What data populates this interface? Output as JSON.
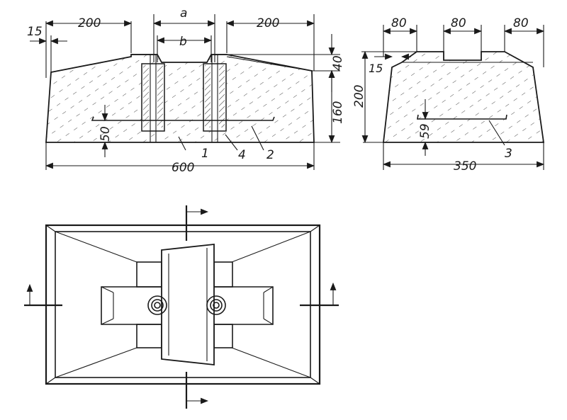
{
  "front_view": {
    "dim_15": "15",
    "dim_200_left": "200",
    "dim_a": "a",
    "dim_b": "b",
    "dim_200_right": "200",
    "dim_40": "40",
    "dim_160": "160",
    "dim_50": "50",
    "dim_600": "600",
    "part_1": "1",
    "part_4": "4",
    "part_2": "2"
  },
  "side_view": {
    "dim_80_left": "80",
    "dim_80_mid": "80",
    "dim_80_right": "80",
    "dim_15": "15",
    "dim_200": "200",
    "dim_59": "59",
    "dim_350": "350",
    "part_3": "3"
  },
  "colors": {
    "line": "#1a1a1a",
    "hatch": "#4a4a4a",
    "background": "#ffffff"
  }
}
